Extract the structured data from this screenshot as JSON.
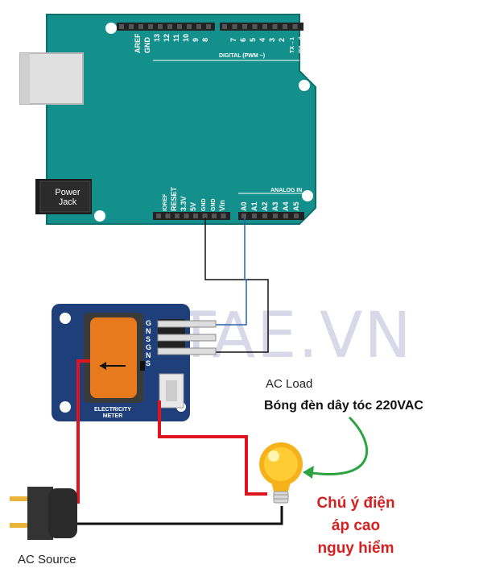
{
  "arduino": {
    "digital_pins_left": [
      "AREF",
      "GND",
      "13",
      "12",
      "11",
      "10",
      "9",
      "8"
    ],
    "digital_pins_right": [
      "7",
      "6",
      "5",
      "4",
      "3",
      "2",
      "TX→1",
      "RX←0"
    ],
    "digital_label": "DIGITAL (PWM ~)",
    "power_pins": [
      "IOREF",
      "RESET",
      "3.3V",
      "5V",
      "GND",
      "GND",
      "Vin"
    ],
    "analog_pins": [
      "A0",
      "A1",
      "A2",
      "A3",
      "A4",
      "A5"
    ],
    "analog_label": "ANALOG IN",
    "power_jack_line1": "Power",
    "power_jack_line2": "Jack",
    "color_board": "#138f8c"
  },
  "sensor": {
    "pin_labels": [
      "G",
      "N",
      "S"
    ],
    "pin_labels_bottom": [
      "G",
      "N",
      "S"
    ],
    "module_label_line1": "ELECTRICITY",
    "module_label_line2": "METER",
    "color_board": "#1f3f7a",
    "color_core": "#e87a1e"
  },
  "watermark": "TAE.VN",
  "load": {
    "title": "AC Load",
    "description": "Bóng đèn dây tóc 220VAC"
  },
  "warning": {
    "line1": "Chú ý điện",
    "line2": "áp cao",
    "line3": "nguy hiểm",
    "color": "#d62020"
  },
  "source": {
    "label": "AC Source"
  }
}
